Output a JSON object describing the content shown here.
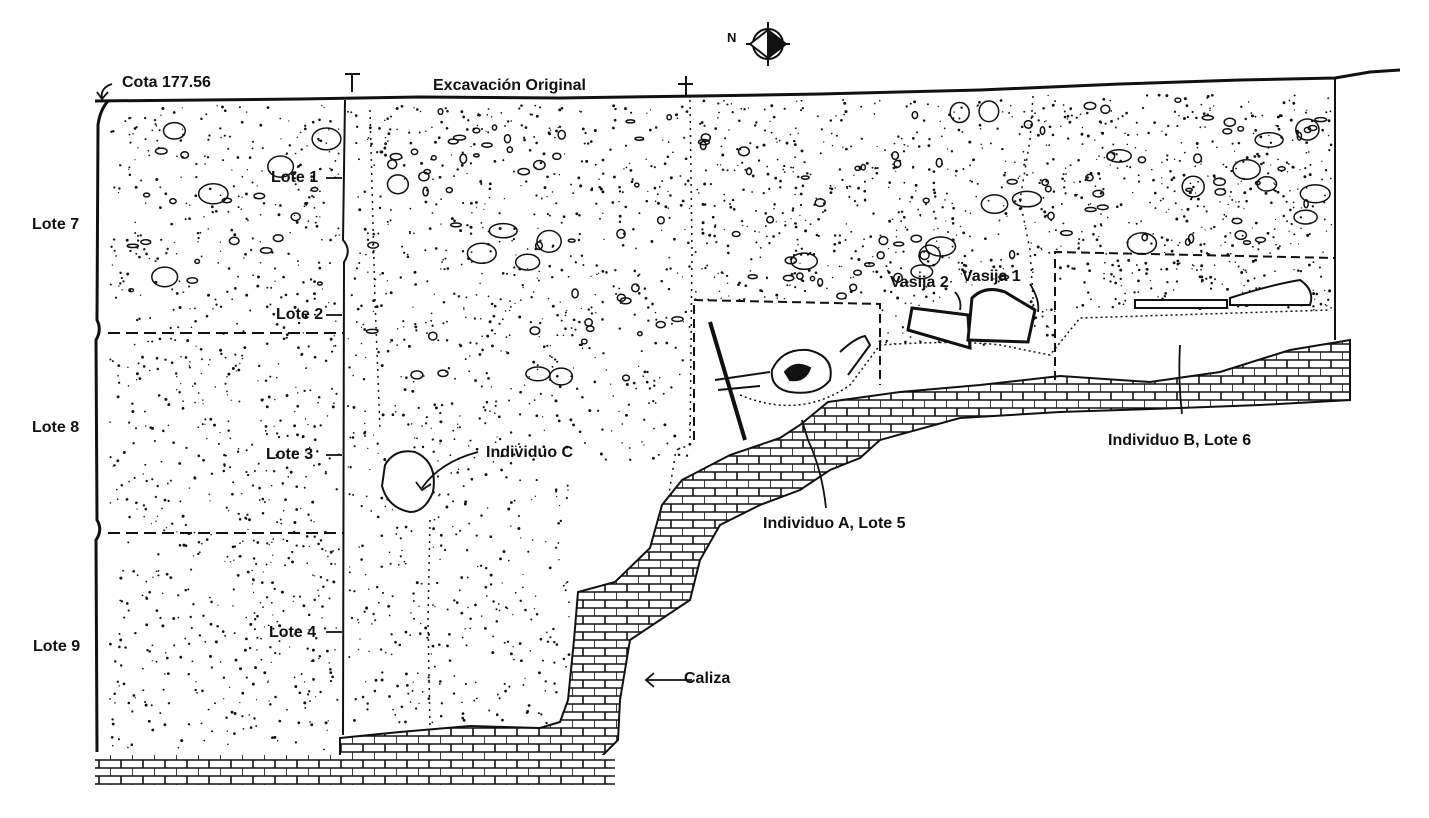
{
  "compass": {
    "north_letter": "N",
    "icon": "north-arrow-icon"
  },
  "labels": {
    "datum": "Cota 177.56",
    "original_excavation": "Excavación Original",
    "lote1": "Lote 1",
    "lote2": "Lote 2",
    "lote3": "Lote 3",
    "lote4": "Lote 4",
    "lote7": "Lote 7",
    "lote8": "Lote 8",
    "lote9": "Lote 9",
    "vasija1": "Vasija 1",
    "vasija2": "Vasija 2",
    "individuo_a": "Individuo A, Lote 5",
    "individuo_b": "Individuo B, Lote 6",
    "individuo_c": "Individuo C",
    "caliza": "Caliza"
  },
  "colors": {
    "ink": "#111111",
    "paper": "#ffffff"
  }
}
